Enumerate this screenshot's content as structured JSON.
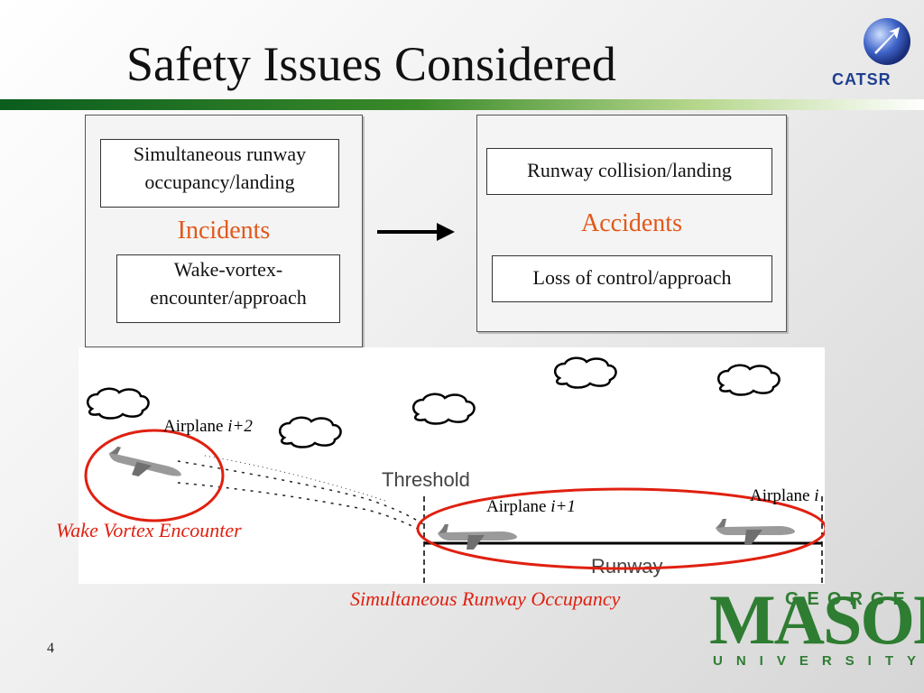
{
  "slide": {
    "title": "Safety Issues Considered",
    "number": "4",
    "logo_text": "CATSR"
  },
  "left_panel": {
    "box1": [
      "Simultaneous runway",
      "occupancy/landing"
    ],
    "label": "Incidents",
    "box2": [
      "Wake-vortex-",
      "encounter/approach"
    ]
  },
  "right_panel": {
    "box1": "Runway collision/landing",
    "label": "Accidents",
    "box2": "Loss of control/approach"
  },
  "diagram": {
    "airplane_i2_prefix": "Airplane ",
    "airplane_i2_var": "i+2",
    "airplane_i1_prefix": "Airplane ",
    "airplane_i1_var": "i+1",
    "airplane_i_prefix": "Airplane ",
    "airplane_i_var": "i",
    "threshold": "Threshold",
    "runway": "Runway",
    "caption_wake": "Wake Vortex Encounter",
    "caption_sro": "Simultaneous Runway Occupancy"
  },
  "university": {
    "george": "GEORGE",
    "mason": "MASON",
    "university": "UNIVERSITY"
  },
  "colors": {
    "accent_orange": "#e2571a",
    "caption_red": "#e02010",
    "gmu_green": "#2e7d32",
    "bar_green": "#0b5d1e"
  }
}
